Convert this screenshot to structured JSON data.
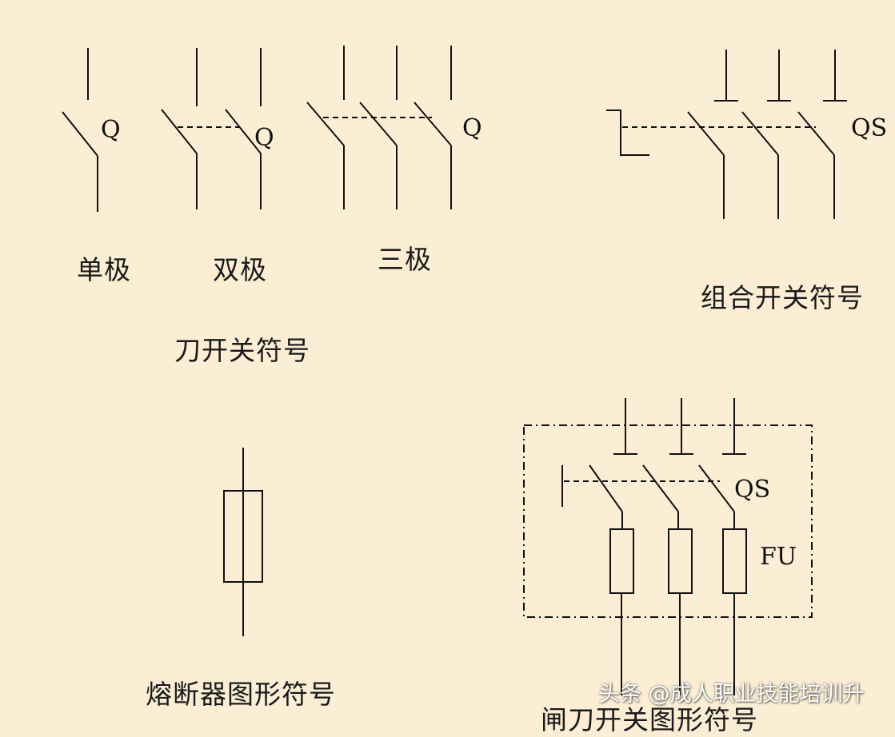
{
  "knife_switch": {
    "single_pole": {
      "letter": "Q",
      "caption": "单极"
    },
    "double_pole": {
      "letter": "Q",
      "caption": "双极"
    },
    "triple_pole": {
      "letter": "Q",
      "caption": "三极"
    },
    "group_caption": "刀开关符号"
  },
  "combination_switch": {
    "letter": "QS",
    "caption": "组合开关符号"
  },
  "fuse": {
    "caption": "熔断器图形符号"
  },
  "fused_knife_switch": {
    "switch_letter": "QS",
    "fuse_letter": "FU",
    "caption": "闸刀开关图形符号"
  },
  "watermark": "头条 @成人职业技能培训升",
  "colors": {
    "background": "#fbeed4",
    "ink": "#111111"
  }
}
